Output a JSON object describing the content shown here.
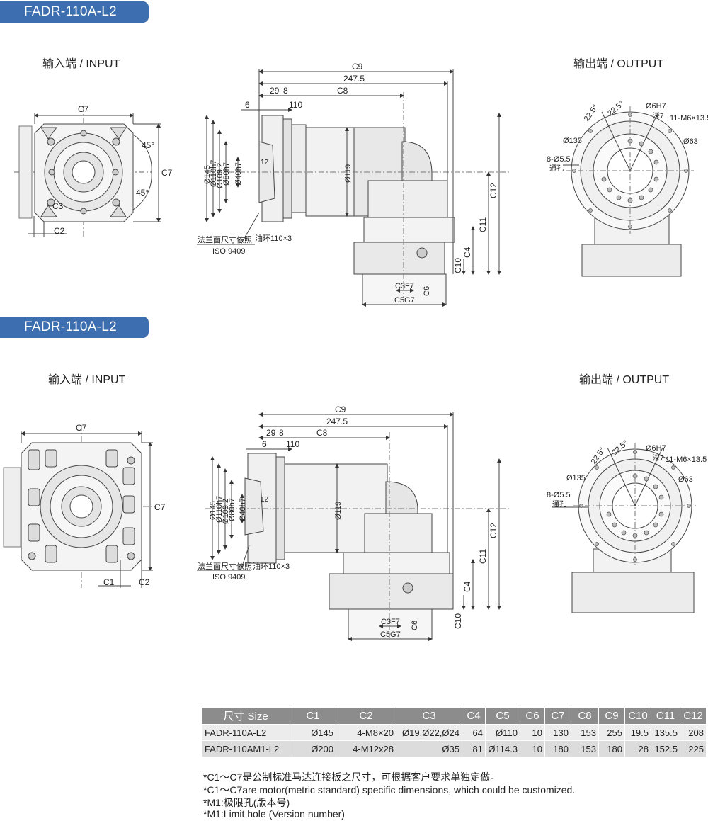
{
  "sections": [
    {
      "title": "FADR-110A-L2",
      "input_heading": "输入端 / INPUT",
      "output_heading": "输出端 / OUTPUT",
      "input_labels": {
        "c7_top": "C7",
        "c7_side": "C7",
        "angle_a": "45°",
        "angle_b": "45°",
        "c3": "C3",
        "c2": "C2"
      },
      "side_labels": {
        "c9": "C9",
        "len": "247.5",
        "d29": "29",
        "d8": "8",
        "c8": "C8",
        "d6": "6",
        "d110": "110",
        "d145": "Ø145",
        "d110h7": "Ø110h7",
        "d1092": "Ø109.2",
        "d80h7": "Ø80h7",
        "d40h7": "Ø40h7",
        "d12": "12",
        "d119": "Ø119",
        "c12": "C12",
        "c11": "C11",
        "c4": "C4",
        "c10": "C10",
        "c3f7": "C3F7",
        "c6": "C6",
        "c5g7": "C5G7",
        "note_cn": "法兰面尺寸依照",
        "note_iso": "ISO 9409",
        "oil_ring": "油环110×3"
      },
      "output_labels": {
        "a1": "22.5°",
        "a2": "22.5°",
        "d6h7": "Ø6H7",
        "depth": "深7",
        "thread": "11-M6×13.5",
        "d135": "Ø135",
        "d63": "Ø63",
        "holes": "8-Ø5.5",
        "through": "通孔"
      }
    },
    {
      "title": "FADR-110A-L2",
      "input_heading": "输入端 / INPUT",
      "output_heading": "输出端 / OUTPUT",
      "input_labels": {
        "c7_top": "C7",
        "c7_side": "C7",
        "c1": "C1",
        "c2": "C2"
      },
      "side_labels": {
        "c9": "C9",
        "len": "247.5",
        "d29": "29",
        "d8": "8",
        "c8": "C8",
        "d6": "6",
        "d110": "110",
        "d145": "Ø145",
        "d110h7": "Ø110h7",
        "d1092": "Ø109.2",
        "d80h7": "Ø80h7",
        "d40h7": "Ø40h7",
        "d12": "12",
        "d119": "Ø119",
        "c12": "C12",
        "c11": "C11",
        "c4": "C4",
        "c10": "C10",
        "c3f7": "C3F7",
        "c6": "C6",
        "c5g7": "C5G7",
        "note_cn": "法兰面尺寸依照",
        "note_iso": "ISO 9409",
        "oil_ring": "油环110×3"
      },
      "output_labels": {
        "a1": "22.5°",
        "a2": "22.5°",
        "d6h7": "Ø6H7",
        "depth": "深7",
        "thread": "11-M6×13.5",
        "d135": "Ø135",
        "d63": "Ø63",
        "holes": "8-Ø5.5",
        "through": "通孔"
      }
    }
  ],
  "table": {
    "headers": [
      "尺寸 Size",
      "C1",
      "C2",
      "C3",
      "C4",
      "C5",
      "C6",
      "C7",
      "C8",
      "C9",
      "C10",
      "C11",
      "C12"
    ],
    "rows": [
      [
        "FADR-110A-L2",
        "Ø145",
        "4-M8×20",
        "Ø19,Ø22,Ø24",
        "64",
        "Ø110",
        "10",
        "130",
        "153",
        "255",
        "19.5",
        "135.5",
        "208"
      ],
      [
        "FADR-110AM1-L2",
        "Ø200",
        "4-M12x28",
        "Ø35",
        "81",
        "Ø114.3",
        "10",
        "180",
        "153",
        "180",
        "28",
        "152.5",
        "225"
      ]
    ]
  },
  "notes": [
    "*C1～C7是公制标准马达连接板之尺寸，可根据客户要求单独定做。",
    "*C1～C7are motor(metric standard) specific dimensions, which could be customized.",
    "*M1:极限孔(版本号)",
    "*M1:Limit hole (Version number)"
  ],
  "colors": {
    "badge": "#3d6fb0",
    "table_header": "#8c8c8c",
    "row_light": "#ececec",
    "row_dark": "#dcdcdc"
  }
}
